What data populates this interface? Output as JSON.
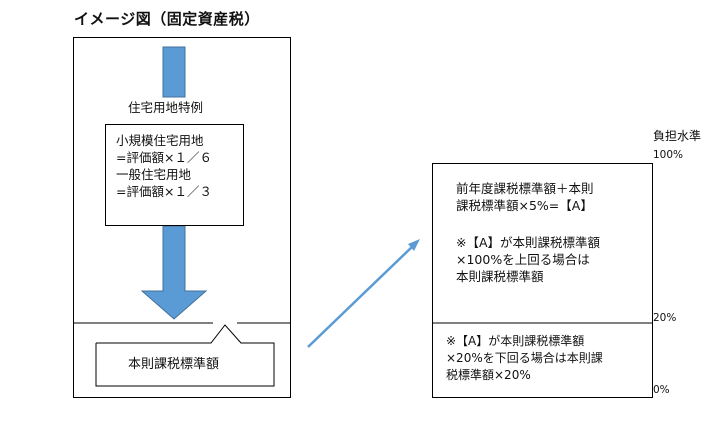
{
  "title": "イメージ図（固定資産税）",
  "left_panel": {
    "tokurei_label": "住宅用地特例",
    "tokurei_lines": [
      "小規模住宅用地",
      "=評価額×１／６",
      "一般住宅用地",
      "=評価額×１／３"
    ],
    "base_label": "本則課税標準額"
  },
  "right_panel": {
    "upper_lines": [
      "前年度課税標準額＋本則",
      "課税標準額×5%=【A】",
      "",
      "※【A】が本則課税標準額",
      "×100%を上回る場合は",
      "本則課税標準額"
    ],
    "lower_lines": [
      "※【A】が本則課税標準額",
      "×20%を下回る場合は本則課",
      "税標準額×20%"
    ]
  },
  "scale": {
    "heading": "負担水準",
    "ticks": [
      "100%",
      "20%",
      "0%"
    ]
  },
  "colors": {
    "arrow_fill": "#5B9BD5",
    "arrow_stroke": "#41719C",
    "connector": "#5B9BD5"
  }
}
